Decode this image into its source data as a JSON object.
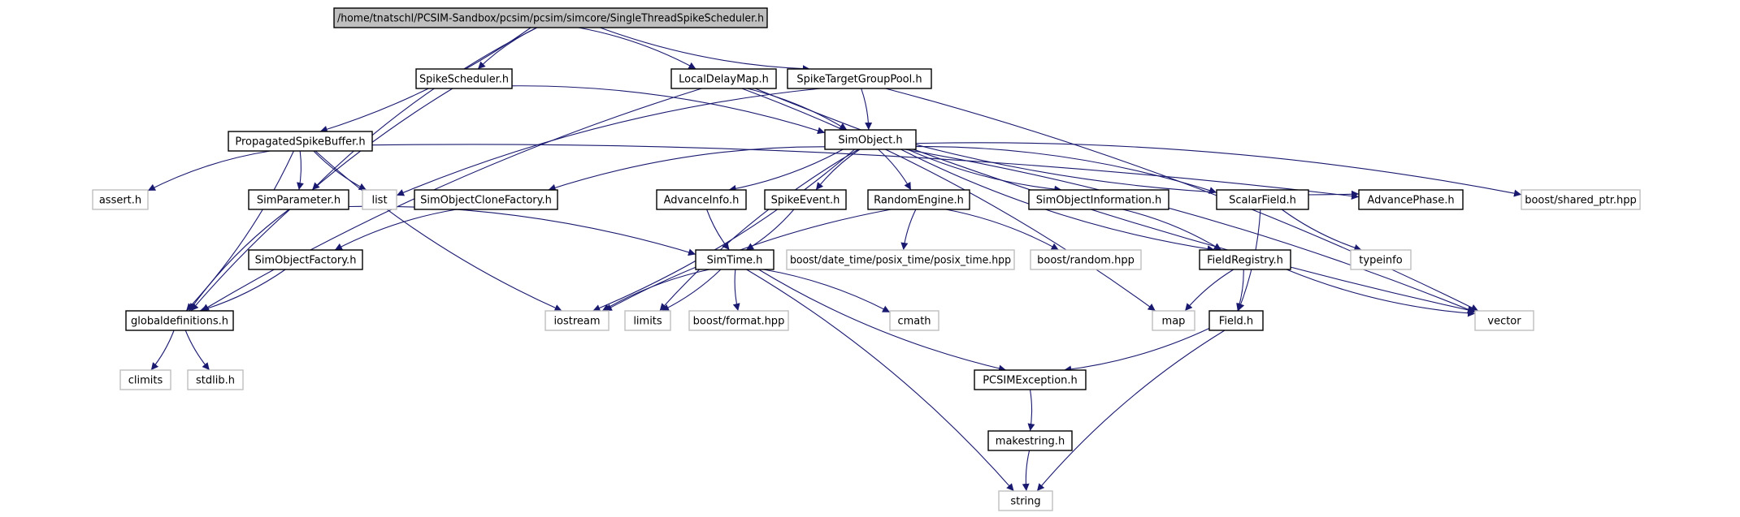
{
  "colors": {
    "edge": "#191970",
    "root_fill": "#bfbfbf",
    "root_border": "#000000",
    "documented_border": "#000000",
    "external_border": "#bfbfbf",
    "node_fill": "#ffffff"
  },
  "nodes": [
    {
      "id": "root",
      "label": "/home/tnatschl/PCSIM-Sandbox/pcsim/pcsim/simcore/SingleThreadSpikeScheduler.h",
      "kind": "root"
    },
    {
      "id": "spikescheduler",
      "label": "SpikeScheduler.h",
      "kind": "documented"
    },
    {
      "id": "localdelaymap",
      "label": "LocalDelayMap.h",
      "kind": "documented"
    },
    {
      "id": "spiketargetgrouppool",
      "label": "SpikeTargetGroupPool.h",
      "kind": "documented"
    },
    {
      "id": "propagatedspikebuffer",
      "label": "PropagatedSpikeBuffer.h",
      "kind": "documented"
    },
    {
      "id": "simobject",
      "label": "SimObject.h",
      "kind": "documented"
    },
    {
      "id": "assert",
      "label": "assert.h",
      "kind": "external"
    },
    {
      "id": "simparameter",
      "label": "SimParameter.h",
      "kind": "documented"
    },
    {
      "id": "list",
      "label": "list",
      "kind": "external"
    },
    {
      "id": "simobjectclonefactory",
      "label": "SimObjectCloneFactory.h",
      "kind": "documented"
    },
    {
      "id": "advanceinfo",
      "label": "AdvanceInfo.h",
      "kind": "documented"
    },
    {
      "id": "spikeevent",
      "label": "SpikeEvent.h",
      "kind": "documented"
    },
    {
      "id": "randomengine",
      "label": "RandomEngine.h",
      "kind": "documented"
    },
    {
      "id": "simobjectinformation",
      "label": "SimObjectInformation.h",
      "kind": "documented"
    },
    {
      "id": "scalarfield",
      "label": "ScalarField.h",
      "kind": "documented"
    },
    {
      "id": "advancephase",
      "label": "AdvancePhase.h",
      "kind": "documented"
    },
    {
      "id": "sharedptr",
      "label": "boost/shared_ptr.hpp",
      "kind": "external"
    },
    {
      "id": "simobjectfactory",
      "label": "SimObjectFactory.h",
      "kind": "documented"
    },
    {
      "id": "simtime",
      "label": "SimTime.h",
      "kind": "documented"
    },
    {
      "id": "posixtime",
      "label": "boost/date_time/posix_time/posix_time.hpp",
      "kind": "external"
    },
    {
      "id": "boostrandom",
      "label": "boost/random.hpp",
      "kind": "external"
    },
    {
      "id": "fieldregistry",
      "label": "FieldRegistry.h",
      "kind": "documented"
    },
    {
      "id": "typeinfo",
      "label": "typeinfo",
      "kind": "external"
    },
    {
      "id": "globaldefinitions",
      "label": "globaldefinitions.h",
      "kind": "documented"
    },
    {
      "id": "iostream",
      "label": "iostream",
      "kind": "external"
    },
    {
      "id": "limits",
      "label": "limits",
      "kind": "external"
    },
    {
      "id": "boostformat",
      "label": "boost/format.hpp",
      "kind": "external"
    },
    {
      "id": "cmath",
      "label": "cmath",
      "kind": "external"
    },
    {
      "id": "map",
      "label": "map",
      "kind": "external"
    },
    {
      "id": "field",
      "label": "Field.h",
      "kind": "documented"
    },
    {
      "id": "vector",
      "label": "vector",
      "kind": "external"
    },
    {
      "id": "climits",
      "label": "climits",
      "kind": "external"
    },
    {
      "id": "stdlib",
      "label": "stdlib.h",
      "kind": "external"
    },
    {
      "id": "pcsimexception",
      "label": "PCSIMException.h",
      "kind": "documented"
    },
    {
      "id": "makestring",
      "label": "makestring.h",
      "kind": "documented"
    },
    {
      "id": "string",
      "label": "string",
      "kind": "external"
    }
  ],
  "edges": [
    {
      "from": "root",
      "to": "spikescheduler"
    },
    {
      "from": "root",
      "to": "localdelaymap"
    },
    {
      "from": "root",
      "to": "spiketargetgrouppool"
    },
    {
      "from": "root",
      "to": "propagatedspikebuffer"
    },
    {
      "from": "root",
      "to": "simparameter"
    },
    {
      "from": "spikescheduler",
      "to": "simobject"
    },
    {
      "from": "spikescheduler",
      "to": "globaldefinitions"
    },
    {
      "from": "localdelaymap",
      "to": "simobject"
    },
    {
      "from": "localdelaymap",
      "to": "globaldefinitions"
    },
    {
      "from": "localdelaymap",
      "to": "map"
    },
    {
      "from": "localdelaymap",
      "to": "vector"
    },
    {
      "from": "spiketargetgrouppool",
      "to": "simobject"
    },
    {
      "from": "spiketargetgrouppool",
      "to": "list"
    },
    {
      "from": "spiketargetgrouppool",
      "to": "vector"
    },
    {
      "from": "propagatedspikebuffer",
      "to": "assert"
    },
    {
      "from": "propagatedspikebuffer",
      "to": "simparameter"
    },
    {
      "from": "propagatedspikebuffer",
      "to": "list"
    },
    {
      "from": "propagatedspikebuffer",
      "to": "globaldefinitions"
    },
    {
      "from": "propagatedspikebuffer",
      "to": "iostream"
    },
    {
      "from": "propagatedspikebuffer",
      "to": "advancephase"
    },
    {
      "from": "simobject",
      "to": "simobjectclonefactory"
    },
    {
      "from": "simobject",
      "to": "advanceinfo"
    },
    {
      "from": "simobject",
      "to": "spikeevent"
    },
    {
      "from": "simobject",
      "to": "randomengine"
    },
    {
      "from": "simobject",
      "to": "simobjectinformation"
    },
    {
      "from": "simobject",
      "to": "scalarfield"
    },
    {
      "from": "simobject",
      "to": "advancephase"
    },
    {
      "from": "simobject",
      "to": "sharedptr"
    },
    {
      "from": "simobject",
      "to": "fieldregistry"
    },
    {
      "from": "simobject",
      "to": "iostream"
    },
    {
      "from": "simobject",
      "to": "limits"
    },
    {
      "from": "simobject",
      "to": "vector"
    },
    {
      "from": "simparameter",
      "to": "globaldefinitions"
    },
    {
      "from": "simparameter",
      "to": "simtime"
    },
    {
      "from": "simobjectclonefactory",
      "to": "simobjectfactory"
    },
    {
      "from": "simobjectfactory",
      "to": "globaldefinitions"
    },
    {
      "from": "advanceinfo",
      "to": "simtime"
    },
    {
      "from": "spikeevent",
      "to": "simtime"
    },
    {
      "from": "randomengine",
      "to": "posixtime"
    },
    {
      "from": "randomengine",
      "to": "boostrandom"
    },
    {
      "from": "randomengine",
      "to": "iostream"
    },
    {
      "from": "simobjectinformation",
      "to": "fieldregistry"
    },
    {
      "from": "scalarfield",
      "to": "typeinfo"
    },
    {
      "from": "scalarfield",
      "to": "field"
    },
    {
      "from": "simtime",
      "to": "iostream"
    },
    {
      "from": "simtime",
      "to": "limits"
    },
    {
      "from": "simtime",
      "to": "boostformat"
    },
    {
      "from": "simtime",
      "to": "cmath"
    },
    {
      "from": "simtime",
      "to": "pcsimexception"
    },
    {
      "from": "simtime",
      "to": "string"
    },
    {
      "from": "fieldregistry",
      "to": "map"
    },
    {
      "from": "fieldregistry",
      "to": "field"
    },
    {
      "from": "fieldregistry",
      "to": "vector"
    },
    {
      "from": "globaldefinitions",
      "to": "climits"
    },
    {
      "from": "globaldefinitions",
      "to": "stdlib"
    },
    {
      "from": "field",
      "to": "pcsimexception"
    },
    {
      "from": "field",
      "to": "string"
    },
    {
      "from": "pcsimexception",
      "to": "makestring"
    },
    {
      "from": "makestring",
      "to": "string"
    }
  ]
}
